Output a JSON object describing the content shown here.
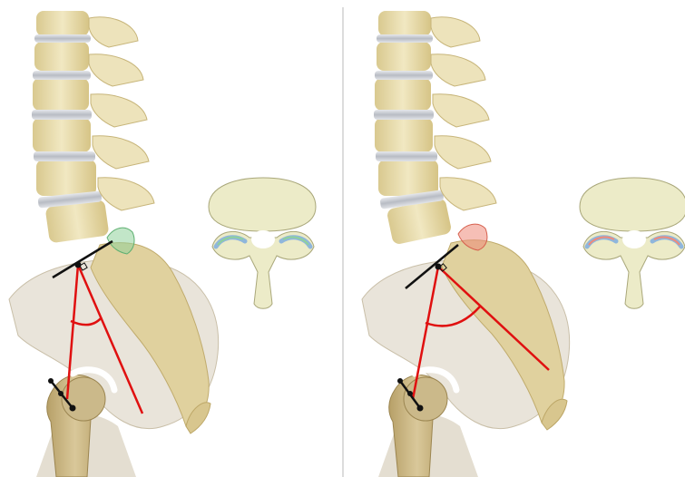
{
  "panels": [
    {
      "position": "left",
      "facet_highlight": "green"
    },
    {
      "position": "right",
      "facet_highlight": "red"
    }
  ],
  "colors": {
    "background": "#ffffff",
    "divider": "#d0d0d0",
    "bone": "#ece2b8",
    "bone_shade": "#d8c98f",
    "bone_dark": "#b9a66a",
    "disc": "#c9ccd2",
    "pelvis_translucent": "#ddd6c6",
    "measure_red": "#e01010",
    "measure_black": "#111111",
    "facet_green": "#8fd19a",
    "facet_red": "#ef8a7a",
    "cross_section_blue": "#8fb6dc"
  }
}
